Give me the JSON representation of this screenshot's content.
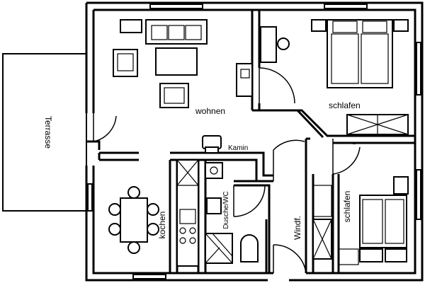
{
  "rooms": {
    "terrasse": "Terrasse",
    "wohnen": "wohnen",
    "schlafen_top": "schlafen",
    "kamin": "Kamin",
    "kochen": "kochen",
    "dusche_wc": "Dusche/WC",
    "windf": "Windf.",
    "schlafen_bottom": "schlafen"
  }
}
